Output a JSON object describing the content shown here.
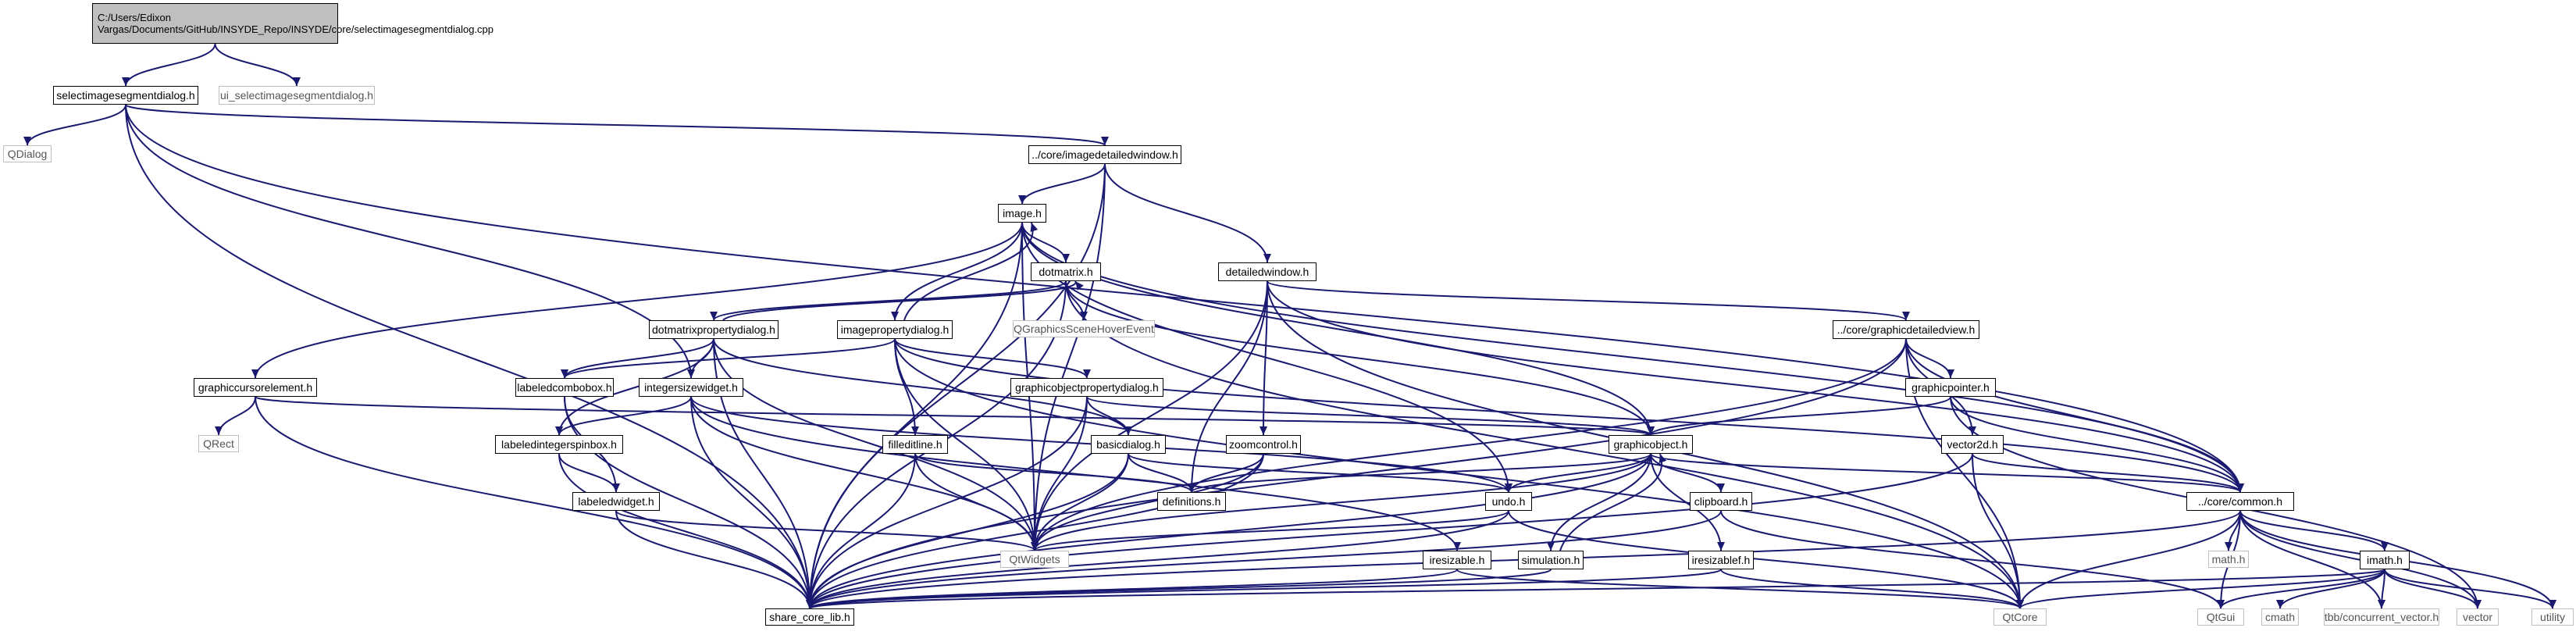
{
  "graph": {
    "nodes": [
      {
        "id": "root",
        "label": "C:/Users/Edixon Vargas/Documents/GitHub/INSYDE_Repo/INSYDE/core/selectimagesegmentdialog.cpp",
        "style": "root"
      },
      {
        "id": "sel_h",
        "label": "selectimagesegmentdialog.h",
        "style": "file"
      },
      {
        "id": "ui_sel",
        "label": "ui_selectimagesegmentdialog.h",
        "style": "ext"
      },
      {
        "id": "qdialog",
        "label": "QDialog",
        "style": "ext"
      },
      {
        "id": "idw",
        "label": "../core/imagedetailedwindow.h",
        "style": "file"
      },
      {
        "id": "image_h",
        "label": "image.h",
        "style": "file"
      },
      {
        "id": "dotmatrix",
        "label": "dotmatrix.h",
        "style": "file"
      },
      {
        "id": "dwin",
        "label": "detailedwindow.h",
        "style": "file"
      },
      {
        "id": "qgshe",
        "label": "QGraphicsSceneHoverEvent",
        "style": "ext"
      },
      {
        "id": "dmpd",
        "label": "dotmatrixpropertydialog.h",
        "style": "file"
      },
      {
        "id": "ipd",
        "label": "imagepropertydialog.h",
        "style": "file"
      },
      {
        "id": "gdv",
        "label": "../core/graphicdetailedview.h",
        "style": "file"
      },
      {
        "id": "gce",
        "label": "graphiccursorelement.h",
        "style": "file"
      },
      {
        "id": "lcb",
        "label": "labeledcombobox.h",
        "style": "file"
      },
      {
        "id": "isw",
        "label": "integersizewidget.h",
        "style": "file"
      },
      {
        "id": "gopd",
        "label": "graphicobjectpropertydialog.h",
        "style": "file"
      },
      {
        "id": "gptr",
        "label": "graphicpointer.h",
        "style": "file"
      },
      {
        "id": "qrect",
        "label": "QRect",
        "style": "ext"
      },
      {
        "id": "lisb",
        "label": "labeledintegerspinbox.h",
        "style": "file"
      },
      {
        "id": "fel",
        "label": "filleditline.h",
        "style": "file"
      },
      {
        "id": "bd",
        "label": "basicdialog.h",
        "style": "file"
      },
      {
        "id": "zc",
        "label": "zoomcontrol.h",
        "style": "file"
      },
      {
        "id": "go",
        "label": "graphicobject.h",
        "style": "file"
      },
      {
        "id": "v2d",
        "label": "vector2d.h",
        "style": "file"
      },
      {
        "id": "common",
        "label": "../core/common.h",
        "style": "file"
      },
      {
        "id": "lw",
        "label": "labeledwidget.h",
        "style": "file"
      },
      {
        "id": "defs",
        "label": "definitions.h",
        "style": "file"
      },
      {
        "id": "undo",
        "label": "undo.h",
        "style": "file"
      },
      {
        "id": "clip",
        "label": "clipboard.h",
        "style": "file"
      },
      {
        "id": "mathh",
        "label": "math.h",
        "style": "ext"
      },
      {
        "id": "qtw",
        "label": "QtWidgets",
        "style": "ext"
      },
      {
        "id": "iresz",
        "label": "iresizable.h",
        "style": "file"
      },
      {
        "id": "sim",
        "label": "simulation.h",
        "style": "file"
      },
      {
        "id": "ireszf",
        "label": "iresizablef.h",
        "style": "file"
      },
      {
        "id": "imath",
        "label": "imath.h",
        "style": "file"
      },
      {
        "id": "scl",
        "label": "share_core_lib.h",
        "style": "file"
      },
      {
        "id": "qtcore",
        "label": "QtCore",
        "style": "ext"
      },
      {
        "id": "qtgui",
        "label": "QtGui",
        "style": "ext"
      },
      {
        "id": "cmath",
        "label": "cmath",
        "style": "ext"
      },
      {
        "id": "tbb",
        "label": "tbb/concurrent_vector.h",
        "style": "ext"
      },
      {
        "id": "vector",
        "label": "vector",
        "style": "ext"
      },
      {
        "id": "utility",
        "label": "utility",
        "style": "ext"
      }
    ],
    "edges": [
      [
        "root",
        "sel_h"
      ],
      [
        "root",
        "ui_sel"
      ],
      [
        "sel_h",
        "qdialog"
      ],
      [
        "sel_h",
        "idw"
      ],
      [
        "sel_h",
        "isw"
      ],
      [
        "sel_h",
        "scl"
      ],
      [
        "sel_h",
        "common"
      ],
      [
        "idw",
        "image_h"
      ],
      [
        "idw",
        "dwin"
      ],
      [
        "idw",
        "qtw"
      ],
      [
        "idw",
        "scl"
      ],
      [
        "image_h",
        "dotmatrix"
      ],
      [
        "image_h",
        "ipd"
      ],
      [
        "image_h",
        "go"
      ],
      [
        "image_h",
        "undo"
      ],
      [
        "image_h",
        "common"
      ],
      [
        "image_h",
        "gce"
      ],
      [
        "image_h",
        "qtw"
      ],
      [
        "image_h",
        "scl"
      ],
      [
        "dotmatrix",
        "qgshe"
      ],
      [
        "dotmatrix",
        "dmpd"
      ],
      [
        "dotmatrix",
        "go"
      ],
      [
        "dotmatrix",
        "qtcore"
      ],
      [
        "dotmatrix",
        "scl"
      ],
      [
        "dmpd",
        "dotmatrix"
      ],
      [
        "dmpd",
        "lcb"
      ],
      [
        "dmpd",
        "isw"
      ],
      [
        "dmpd",
        "lisb"
      ],
      [
        "dmpd",
        "bd"
      ],
      [
        "dmpd",
        "qtw"
      ],
      [
        "dmpd",
        "scl"
      ],
      [
        "ipd",
        "image_h"
      ],
      [
        "ipd",
        "lcb"
      ],
      [
        "ipd",
        "gopd"
      ],
      [
        "ipd",
        "fel"
      ],
      [
        "ipd",
        "qtw"
      ],
      [
        "ipd",
        "common"
      ],
      [
        "ipd",
        "qtcore"
      ],
      [
        "dwin",
        "gdv"
      ],
      [
        "dwin",
        "zc"
      ],
      [
        "dwin",
        "defs"
      ],
      [
        "dwin",
        "qtw"
      ],
      [
        "dwin",
        "common"
      ],
      [
        "dwin",
        "qtcore"
      ],
      [
        "gdv",
        "gptr"
      ],
      [
        "gdv",
        "v2d"
      ],
      [
        "gdv",
        "common"
      ],
      [
        "gdv",
        "scl"
      ],
      [
        "gdv",
        "qtcore"
      ],
      [
        "gdv",
        "qtw"
      ],
      [
        "gptr",
        "go"
      ],
      [
        "gptr",
        "common"
      ],
      [
        "gptr",
        "vector"
      ],
      [
        "v2d",
        "common"
      ],
      [
        "v2d",
        "qtcore"
      ],
      [
        "v2d",
        "scl"
      ],
      [
        "gce",
        "qrect"
      ],
      [
        "gce",
        "go"
      ],
      [
        "gce",
        "scl"
      ],
      [
        "lcb",
        "lw"
      ],
      [
        "lcb",
        "scl"
      ],
      [
        "isw",
        "lisb"
      ],
      [
        "isw",
        "undo"
      ],
      [
        "isw",
        "qtw"
      ],
      [
        "isw",
        "scl"
      ],
      [
        "isw",
        "iresz"
      ],
      [
        "lisb",
        "lw"
      ],
      [
        "lisb",
        "scl"
      ],
      [
        "gopd",
        "bd"
      ],
      [
        "gopd",
        "qtw"
      ],
      [
        "gopd",
        "go"
      ],
      [
        "gopd",
        "scl"
      ],
      [
        "fel",
        "defs"
      ],
      [
        "fel",
        "qtw"
      ],
      [
        "fel",
        "scl"
      ],
      [
        "bd",
        "defs"
      ],
      [
        "bd",
        "qtw"
      ],
      [
        "bd",
        "scl"
      ],
      [
        "bd",
        "undo"
      ],
      [
        "zc",
        "defs"
      ],
      [
        "zc",
        "qtw"
      ],
      [
        "zc",
        "scl"
      ],
      [
        "go",
        "undo"
      ],
      [
        "go",
        "clip"
      ],
      [
        "go",
        "sim"
      ],
      [
        "go",
        "ireszf"
      ],
      [
        "go",
        "qtw"
      ],
      [
        "go",
        "defs"
      ],
      [
        "go",
        "common"
      ],
      [
        "go",
        "scl"
      ],
      [
        "common",
        "mathh"
      ],
      [
        "common",
        "imath"
      ],
      [
        "common",
        "qtcore"
      ],
      [
        "common",
        "qtgui"
      ],
      [
        "common",
        "utility"
      ],
      [
        "common",
        "tbb"
      ],
      [
        "common",
        "vector"
      ],
      [
        "common",
        "scl"
      ],
      [
        "lw",
        "qtw"
      ],
      [
        "lw",
        "scl"
      ],
      [
        "undo",
        "qtw"
      ],
      [
        "undo",
        "scl"
      ],
      [
        "undo",
        "qtcore"
      ],
      [
        "clip",
        "qtgui"
      ],
      [
        "clip",
        "scl"
      ],
      [
        "iresz",
        "scl"
      ],
      [
        "iresz",
        "qtcore"
      ],
      [
        "sim",
        "go"
      ],
      [
        "sim",
        "scl"
      ],
      [
        "ireszf",
        "scl"
      ],
      [
        "ireszf",
        "qtcore"
      ],
      [
        "imath",
        "cmath"
      ],
      [
        "imath",
        "qtcore"
      ],
      [
        "imath",
        "qtgui"
      ],
      [
        "imath",
        "tbb"
      ],
      [
        "imath",
        "vector"
      ],
      [
        "imath",
        "utility"
      ],
      [
        "imath",
        "scl"
      ]
    ]
  }
}
